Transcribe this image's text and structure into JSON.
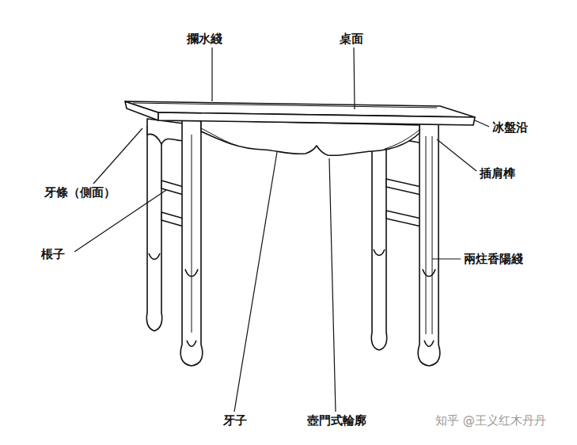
{
  "diagram": {
    "labels": [
      "攔水綫",
      "桌面",
      "冰盤沿",
      "插肩榫",
      "兩炷香陽綫",
      "牙條（側面）",
      "棖子",
      "牙子",
      "壺門式輪廓",
      "知乎 @王义红木丹丹"
    ]
  }
}
